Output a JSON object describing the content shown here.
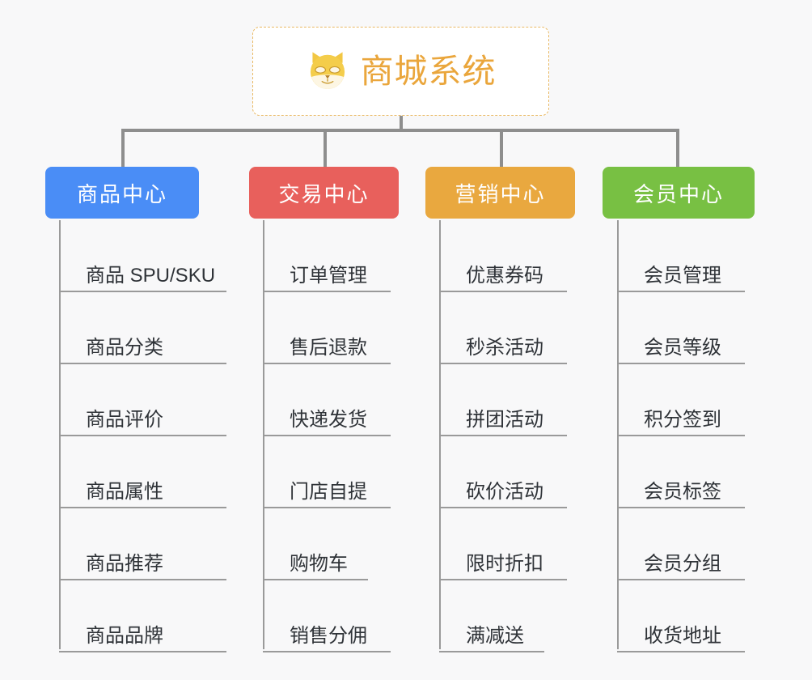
{
  "page": {
    "background_color": "#f8f8f9",
    "connector_color": "#8e8e8e"
  },
  "root": {
    "title": "商城系统",
    "icon": "shiba-dog-face-icon",
    "text_color": "#eaa63c",
    "border_color": "#eab963",
    "background_color": "#ffffff"
  },
  "columns": [
    {
      "id": "product-center",
      "header": "商品中心",
      "color": "#4a8df6",
      "color_name": "blue",
      "items": [
        "商品 SPU/SKU",
        "商品分类",
        "商品评价",
        "商品属性",
        "商品推荐",
        "商品品牌"
      ]
    },
    {
      "id": "trade-center",
      "header": "交易中心",
      "color": "#e8605c",
      "color_name": "red",
      "items": [
        "订单管理",
        "售后退款",
        "快递发货",
        "门店自提",
        "购物车",
        "销售分佣"
      ]
    },
    {
      "id": "marketing-center",
      "header": "营销中心",
      "color": "#e9a83f",
      "color_name": "orange",
      "items": [
        "优惠券码",
        "秒杀活动",
        "拼团活动",
        "砍价活动",
        "限时折扣",
        "满减送"
      ]
    },
    {
      "id": "member-center",
      "header": "会员中心",
      "color": "#78c043",
      "color_name": "green",
      "items": [
        "会员管理",
        "会员等级",
        "积分签到",
        "会员标签",
        "会员分组",
        "收货地址"
      ]
    }
  ]
}
